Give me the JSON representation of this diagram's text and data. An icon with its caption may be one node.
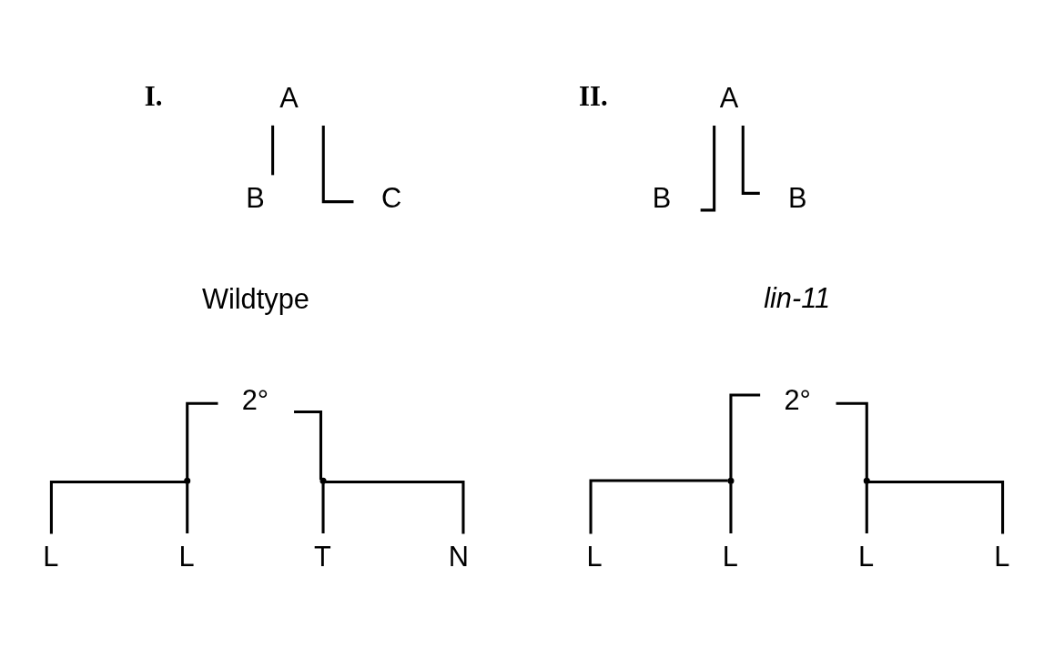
{
  "diagram": {
    "nodes": [
      {
        "text": [
          "A"
        ]
      },
      {
        "text": [
          "B"
        ]
      },
      {
        "text": [
          "C"
        ]
      },
      {
        "text": [
          "A"
        ]
      },
      {
        "text": [
          "B"
        ]
      },
      {
        "text": [
          "B"
        ]
      },
      {
        "text": [
          "2°"
        ]
      },
      {
        "text": [],
        "shape": "point"
      },
      {
        "text": [],
        "shape": "point"
      },
      {
        "text": [
          "L"
        ]
      },
      {
        "text": [
          "L"
        ]
      },
      {
        "text": [
          "T"
        ]
      },
      {
        "text": [
          "N"
        ]
      },
      {
        "text": [
          "2°"
        ]
      },
      {
        "text": [],
        "shape": "point"
      },
      {
        "text": [],
        "shape": "point"
      },
      {
        "text": [
          "L"
        ]
      },
      {
        "text": [
          "L"
        ]
      },
      {
        "text": [
          "L"
        ]
      },
      {
        "text": [
          "L"
        ]
      }
    ],
    "edges": [
      {
        "from": 0,
        "to": 1,
        "arrow": "none"
      },
      {
        "from": 0,
        "to": 2,
        "arrow": "none"
      },
      {
        "from": 3,
        "to": 4,
        "arrow": "none"
      },
      {
        "from": 3,
        "to": 5,
        "arrow": "none"
      },
      {
        "from": 6,
        "to": 7,
        "arrow": "none"
      },
      {
        "from": 6,
        "to": 8,
        "arrow": "none"
      },
      {
        "from": 7,
        "to": 9,
        "arrow": "none"
      },
      {
        "from": 7,
        "to": 10,
        "arrow": "none"
      },
      {
        "from": 8,
        "to": 11,
        "arrow": "none"
      },
      {
        "from": 8,
        "to": 12,
        "arrow": "none"
      },
      {
        "from": 13,
        "to": 14,
        "arrow": "none"
      },
      {
        "from": 13,
        "to": 15,
        "arrow": "none"
      },
      {
        "from": 14,
        "to": 16,
        "arrow": "none"
      },
      {
        "from": 14,
        "to": 17,
        "arrow": "none"
      },
      {
        "from": 15,
        "to": 18,
        "arrow": "none"
      },
      {
        "from": 15,
        "to": 19,
        "arrow": "none"
      }
    ],
    "labels": [
      "I.",
      "II.",
      "Wildtype",
      "lin-11"
    ]
  }
}
